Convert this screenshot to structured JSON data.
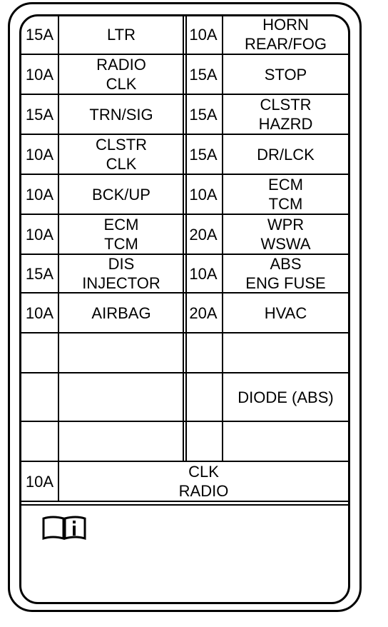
{
  "rows": [
    {
      "left_amp": "15A",
      "left_label": "LTR",
      "right_amp": "10A",
      "right_label": "HORN\nREAR/FOG"
    },
    {
      "left_amp": "10A",
      "left_label": "RADIO\nCLK",
      "right_amp": "15A",
      "right_label": "STOP"
    },
    {
      "left_amp": "15A",
      "left_label": "TRN/SIG",
      "right_amp": "15A",
      "right_label": "CLSTR\nHAZRD"
    },
    {
      "left_amp": "10A",
      "left_label": "CLSTR\nCLK",
      "right_amp": "15A",
      "right_label": "DR/LCK"
    },
    {
      "left_amp": "10A",
      "left_label": "BCK/UP",
      "right_amp": "10A",
      "right_label": "ECM\nTCM"
    },
    {
      "left_amp": "10A",
      "left_label": "ECM\nTCM",
      "right_amp": "20A",
      "right_label": "WPR\nWSWA"
    },
    {
      "left_amp": "15A",
      "left_label": "DIS\nINJECTOR",
      "right_amp": "10A",
      "right_label": "ABS\nENG FUSE"
    },
    {
      "left_amp": "10A",
      "left_label": "AIRBAG",
      "right_amp": "20A",
      "right_label": "HVAC"
    },
    {
      "left_amp": "",
      "left_label": "",
      "right_amp": "",
      "right_label": ""
    },
    {
      "left_amp": "",
      "left_label": "",
      "right_amp": "",
      "right_label": "DIODE (ABS)"
    },
    {
      "left_amp": "",
      "left_label": "",
      "right_amp": "",
      "right_label": ""
    }
  ],
  "bottom": {
    "amp": "10A",
    "label": "CLK\nRADIO"
  },
  "icons": {
    "manual": "owner-manual-info-icon"
  }
}
